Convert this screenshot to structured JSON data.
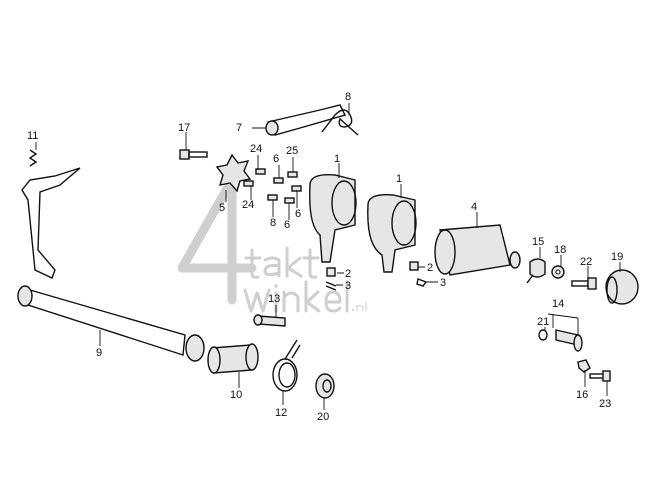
{
  "watermark": {
    "big": "4",
    "line1": "takt",
    "line2": "winkel",
    "suffix": ".nl"
  },
  "labels": {
    "l1a": "1",
    "l1b": "1",
    "l2a": "2",
    "l2b": "2",
    "l3a": "3",
    "l3b": "3",
    "l4": "4",
    "l5": "5",
    "l6a": "6",
    "l6b": "6",
    "l6c": "6",
    "l7": "7",
    "l8a": "8",
    "l8b": "8",
    "l9": "9",
    "l10": "10",
    "l11": "11",
    "l12": "12",
    "l13": "13",
    "l14": "14",
    "l15": "15",
    "l16": "16",
    "l17": "17",
    "l18": "18",
    "l19": "19",
    "l20": "20",
    "l21": "21",
    "l22": "22",
    "l23": "23",
    "l24a": "24",
    "l24b": "24",
    "l25": "25"
  }
}
